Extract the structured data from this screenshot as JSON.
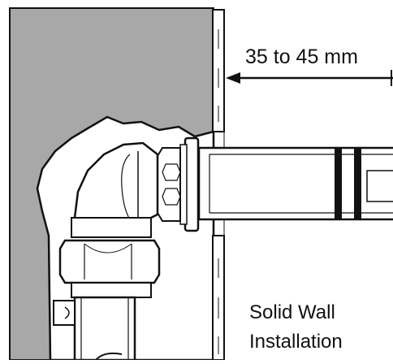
{
  "diagram": {
    "dimension_label": "35 to 45 mm",
    "caption_line1": "Solid Wall",
    "caption_line2": "Installation"
  },
  "colors": {
    "wall": "#a8a8a8",
    "line": "#111111",
    "fill_light": "#ffffff",
    "fill_shade": "#e4e4e4",
    "seal": "#111111"
  }
}
